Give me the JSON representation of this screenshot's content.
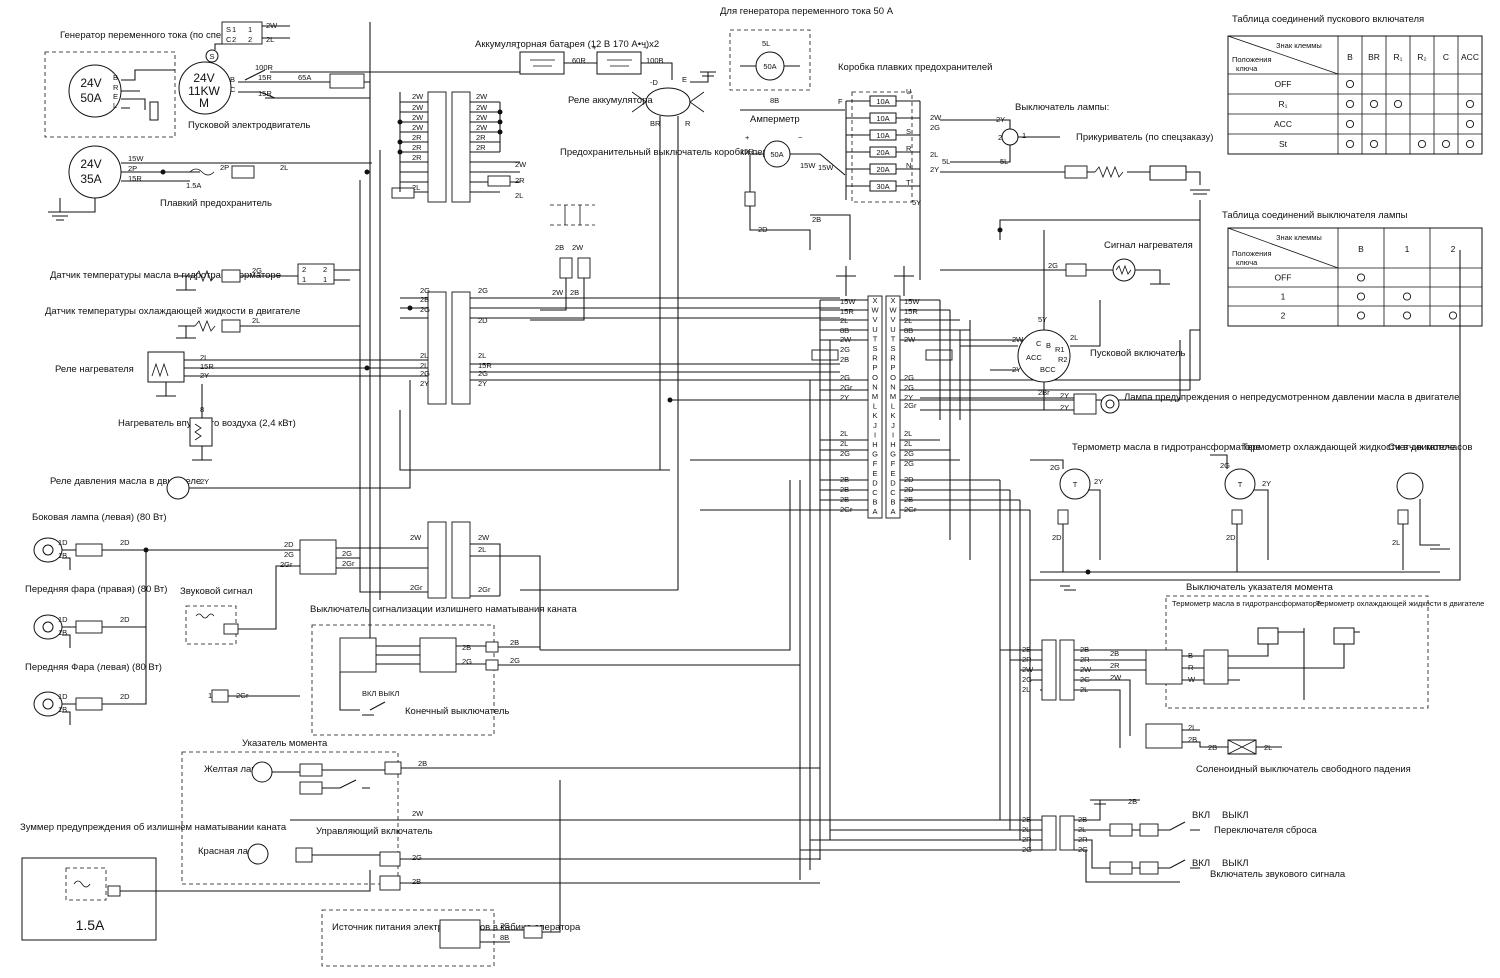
{
  "components": {
    "alternator_optional": "Генератор переменного тока (по спецзаказу)",
    "alt1_rating_v": "24V",
    "alt1_rating_a": "50A",
    "alt2_rating_v": "24V",
    "alt2_rating_a": "35A",
    "starter_v": "24V",
    "starter_kw": "11KW",
    "starter_m": "M",
    "starter": "Пусковой электродвигатель",
    "fusible_link": "Плавкий предохранитель",
    "fusible_rating": "1.5A",
    "battery": "Аккумуляторная батарея (12 В 170 А•ч)х2",
    "battery_relay": "Реле аккумулятора",
    "alt_50a": "Для генератора переменного тока 50 А",
    "fuse_50a": "50A",
    "fuse_box": "Коробка плавких предохранителей",
    "ammeter": "Амперметр",
    "ammeter_rating": "50A",
    "lamp_switch": "Выключатель лампы:",
    "cigarette_lighter": "Прикуриватель (по спецзаказу)",
    "trans_safety_switch": "Предохранительный выключатель коробки передач",
    "oil_temp_sensor": "Датчик температуры масла в гидротрансформаторе",
    "coolant_temp_sensor": "Датчик температуры охлаждающей жидкости в двигателе",
    "heater_relay": "Реле нагревателя",
    "intake_heater": "Нагреватель впускного воздуха (2,4 кВт)",
    "oil_pressure_relay": "Реле давления масла в двигателе",
    "side_lamp_left": "Боковая лампа (левая) (80 Вт)",
    "head_lamp_right": "Передняя фара (правая) (80 Вт)",
    "head_lamp_left": "Передняя Фара (левая) (80 Вт)",
    "horn": "Звуковой сигнал",
    "overwind_alarm_switch": "Выключатель сигнализации излишнего наматывания каната",
    "on_off": "ВКЛ ВЫКЛ",
    "limit_switch": "Конечный выключатель",
    "moment_indicator": "Указатель момента",
    "yellow_lamp": "Желтая лампа",
    "red_lamp": "Красная лампа",
    "control_switch": "Управляющий включатель",
    "overwind_buzzer": "Зуммер предупреждения об излишнем наматывании каната",
    "buzzer_rating": "1.5A",
    "cab_power": "Источник питания электроприборов в кабине оператора",
    "heater_signal": "Сигнал нагревателя",
    "start_switch": "Пусковой включатель",
    "oil_pressure_lamp": "Лампа предупреждения о непредусмотренном давлении масла в двигателе",
    "oil_thermometer": "Термометр масла в гидротрансформаторе",
    "coolant_thermometer": "Термометр охлаждающей жидкости в двигателе",
    "hour_meter": "Счетчик моточасов",
    "moment_indicator_switch": "Выключатель указателя момента",
    "oil_thermo_small": "Термометр масла в гидротрансформаторе",
    "coolant_thermo_small": "Термометр охлаждающей жидкости в двигателе",
    "freefall_solenoid": "Соленоидный выключатель свободного падения",
    "reset_switch": "Переключателя сброса",
    "horn_switch": "Включатель звукового сигнала",
    "on": "ВКЛ",
    "off": "ВЫКЛ"
  },
  "start_table": {
    "title": "Таблица соединений пускового включателя",
    "corner_top": "Знак клеммы",
    "corner_bottom": "Положения ключа",
    "cols": [
      "B",
      "BR",
      "R₁",
      "R₂",
      "C",
      "ACC"
    ],
    "rows": [
      {
        "label": "OFF",
        "cells": [
          1,
          0,
          0,
          0,
          0,
          0
        ]
      },
      {
        "label": "R₁",
        "cells": [
          1,
          1,
          1,
          0,
          0,
          1
        ]
      },
      {
        "label": "ACC",
        "cells": [
          1,
          0,
          0,
          0,
          0,
          1
        ]
      },
      {
        "label": "St",
        "cells": [
          1,
          1,
          0,
          1,
          1,
          1
        ]
      }
    ]
  },
  "lamp_table": {
    "title": "Таблица соединений выключателя лампы",
    "corner_top": "Знак клеммы",
    "corner_bottom": "Положения ключа",
    "cols": [
      "B",
      "1",
      "2"
    ],
    "rows": [
      {
        "label": "OFF",
        "cells": [
          1,
          0,
          0
        ]
      },
      {
        "label": "1",
        "cells": [
          1,
          1,
          0
        ]
      },
      {
        "label": "2",
        "cells": [
          1,
          1,
          1
        ]
      }
    ]
  },
  "wire_codes": {
    "w2w": "2W",
    "w2l": "2L",
    "w2r": "2R",
    "w2g": "2G",
    "w2b": "2B",
    "w2y": "2Y",
    "w2gr": "2Gr",
    "w15w": "15W",
    "w15r": "15R",
    "w2p": "2P",
    "w100r": "100R",
    "w65a": "65A",
    "w60r": "60R",
    "w100b": "100B",
    "w8b": "8B",
    "w5l": "5L",
    "w5y": "5Y",
    "w1d": "1D",
    "w2d": "2D",
    "w1gr": "1Gr",
    "w2gr_small": "2Gr",
    "w8": "8",
    "w1b": "1B",
    "w15w2": "15W",
    "w2r2": "2R"
  },
  "fuses": [
    "10A",
    "10A",
    "10A",
    "20A",
    "20A",
    "30A"
  ],
  "start_terms": {
    "c": "C",
    "b": "B",
    "r1": "R1",
    "acc": "ACC",
    "bcc": "BCC",
    "r2": "R2",
    "st": "5Y",
    "t2y": "2Y",
    "t2w": "2W",
    "t2l": "2L",
    "t2br": "2Br"
  },
  "relay_terms": {
    "d": "-D",
    "e": "E",
    "br": "BR",
    "r": "R"
  },
  "connector_letters": [
    "X",
    "W",
    "V",
    "U",
    "T",
    "S",
    "R",
    "P",
    "O",
    "N",
    "M",
    "L",
    "K",
    "J",
    "I",
    "H",
    "G",
    "F",
    "E",
    "D",
    "C",
    "B",
    "A"
  ]
}
